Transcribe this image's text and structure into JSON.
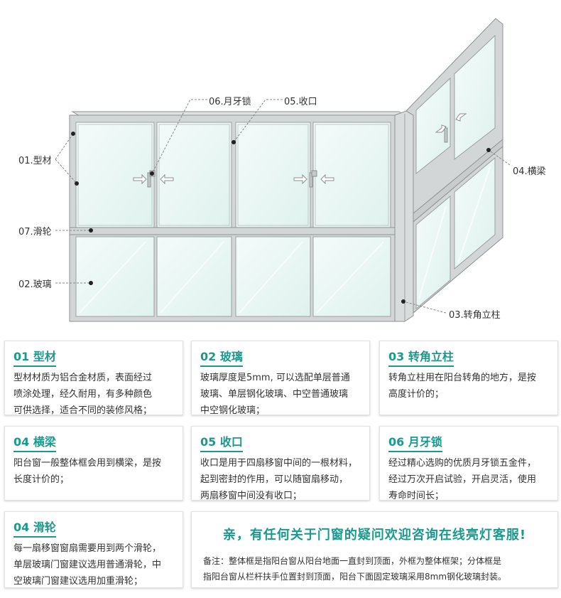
{
  "callouts": {
    "profile": "01.型材",
    "roller": "07.滑轮",
    "glass": "02.玻璃",
    "lock": "06.月牙锁",
    "closure": "05.收口",
    "beam": "04.横梁",
    "corner_post": "03.转角立柱"
  },
  "cards": [
    {
      "title": "01 型材",
      "body": [
        "型材材质为铝合金材质，表面经过",
        "喷涂处理，经久耐用，有多种颜色",
        "可供选择，适合不同的装修风格；"
      ]
    },
    {
      "title": "02 玻璃",
      "body": [
        "玻璃厚度是5mm, 可以选配单层普通",
        "玻璃、单层钢化玻璃、中空普通玻璃",
        "中空钢化玻璃；"
      ]
    },
    {
      "title": "03 转角立柱",
      "body": [
        "转角立柱用在阳台转角的地方，是按",
        "高度计价的；"
      ]
    },
    {
      "title": "04 横梁",
      "body": [
        "阳台窗一般整体框会用到横梁，是按",
        "长度计价的；"
      ]
    },
    {
      "title": "05 收口",
      "body": [
        "收口是用于四扇移窗中间的一根材料，",
        "起到密封的作用，可以随窗扇移动，",
        "两扇移窗中间没有收口；"
      ]
    },
    {
      "title": "06 月牙锁",
      "body": [
        "经过精心选购的优质月牙锁五金件，",
        "经过万次开启试验，开启灵活，使用",
        "寿命时间长；"
      ]
    },
    {
      "title": "04 滑轮",
      "body": [
        "每一扇移窗窗扇需要用到两个滑轮，",
        "单层玻璃门窗建议选用普通滑轮，中",
        "空玻璃门窗建议选用加重滑轮；"
      ]
    }
  ],
  "promo": {
    "title": "亲，有任何关于门窗的疑问欢迎咨询在线亮灯客服!",
    "lines": [
      "备注：整体框是指阳台窗从阳台地面一直封到顶面，外框为整体框架；分体框是",
      "指阳台窗从栏杆扶手位置封到顶面，阳台下面固定玻璃采用8mm钢化玻璃封装。"
    ]
  },
  "colors": {
    "accent": "#1a9a8c",
    "glass": "#e8f6f4",
    "frame": "#c9cccc"
  }
}
